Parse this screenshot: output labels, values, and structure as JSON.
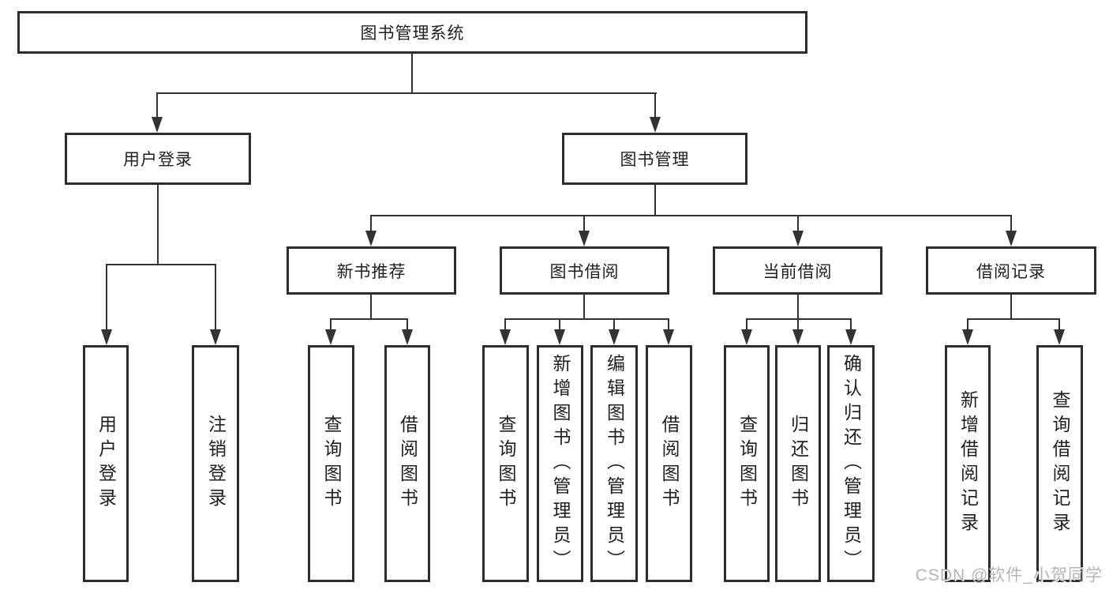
{
  "diagram": {
    "title": "图书管理系统",
    "level2": [
      {
        "label": "用户登录"
      },
      {
        "label": "图书管理"
      }
    ],
    "level3": [
      {
        "label": "新书推荐",
        "parent": "图书管理"
      },
      {
        "label": "图书借阅",
        "parent": "图书管理"
      },
      {
        "label": "当前借阅",
        "parent": "图书管理"
      },
      {
        "label": "借阅记录",
        "parent": "图书管理"
      }
    ],
    "leaves": [
      {
        "label": "用户登录",
        "parent": "用户登录"
      },
      {
        "label": "注销登录",
        "parent": "用户登录"
      },
      {
        "label": "查询图书",
        "parent": "新书推荐"
      },
      {
        "label": "借阅图书",
        "parent": "新书推荐"
      },
      {
        "label": "查询图书",
        "parent": "图书借阅"
      },
      {
        "label": "新增图书（管理员）",
        "parent": "图书借阅"
      },
      {
        "label": "编辑图书（管理员）",
        "parent": "图书借阅"
      },
      {
        "label": "借阅图书",
        "parent": "图书借阅"
      },
      {
        "label": "查询图书",
        "parent": "当前借阅"
      },
      {
        "label": "归还图书",
        "parent": "当前借阅"
      },
      {
        "label": "确认归还（管理员）",
        "parent": "当前借阅"
      },
      {
        "label": "新增借阅记录",
        "parent": "借阅记录"
      },
      {
        "label": "查询借阅记录",
        "parent": "借阅记录"
      }
    ],
    "colors": {
      "line": "#333333",
      "box_border": "#2d2d2d",
      "background": "#ffffff",
      "watermark_text": "#b5b5b5"
    },
    "watermark": "CSDN @软件_小贺同学"
  }
}
